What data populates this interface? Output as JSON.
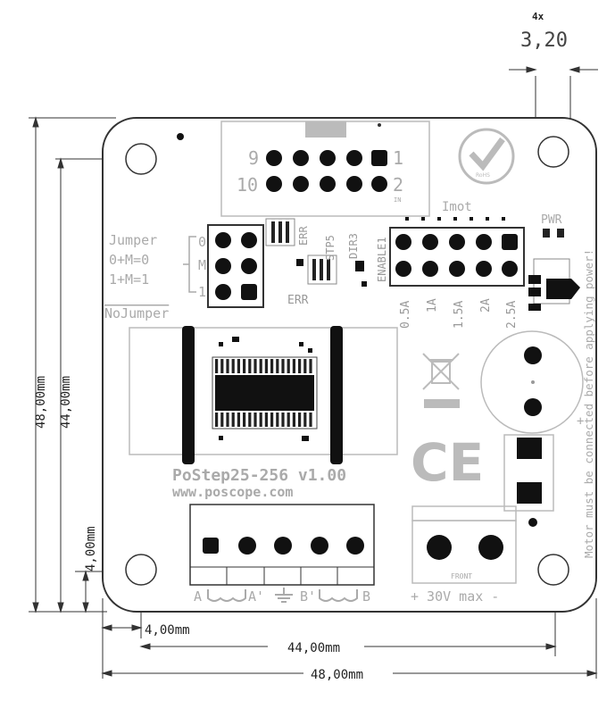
{
  "dims": {
    "hole_count": "4x",
    "hole_dia": "3,20",
    "left_total": "48,00mm",
    "left_inner": "44,00mm",
    "left_small": "4,00mm",
    "bottom_small": "4,00mm",
    "bottom_inner": "44,00mm",
    "bottom_total": "48,00mm"
  },
  "board": {
    "connector_top": {
      "pin9": "9",
      "pin10": "10",
      "pin1": "1",
      "pin2": "2",
      "in_label": "IN"
    },
    "jumper": {
      "title": "Jumper",
      "line1": "0+M=0",
      "line2": "1+M=1",
      "pos0": "0",
      "posM": "M",
      "pos1": "1",
      "nojumper": "NoJumper"
    },
    "leds": {
      "err_top": "ERR",
      "stp5": "STP5",
      "dir3": "DIR3",
      "enable1": "ENABLE1",
      "err_bottom": "ERR",
      "pwr": "PWR"
    },
    "imot": {
      "title": "Imot",
      "labels": [
        "0.5A",
        "1A",
        "1.5A",
        "2A",
        "2.5A"
      ]
    },
    "product": "PoStep25-256 v1.00",
    "website": "www.poscope.com",
    "side_warning": "Motor must be connected before applying power!",
    "rohs": "RoHS",
    "motor_labels": {
      "a": "A",
      "a_prime": "A'",
      "b_prime": "B'",
      "b": "B"
    },
    "power": {
      "front": "FRONT",
      "label": "+ 30V max -"
    },
    "ce": "CE"
  }
}
